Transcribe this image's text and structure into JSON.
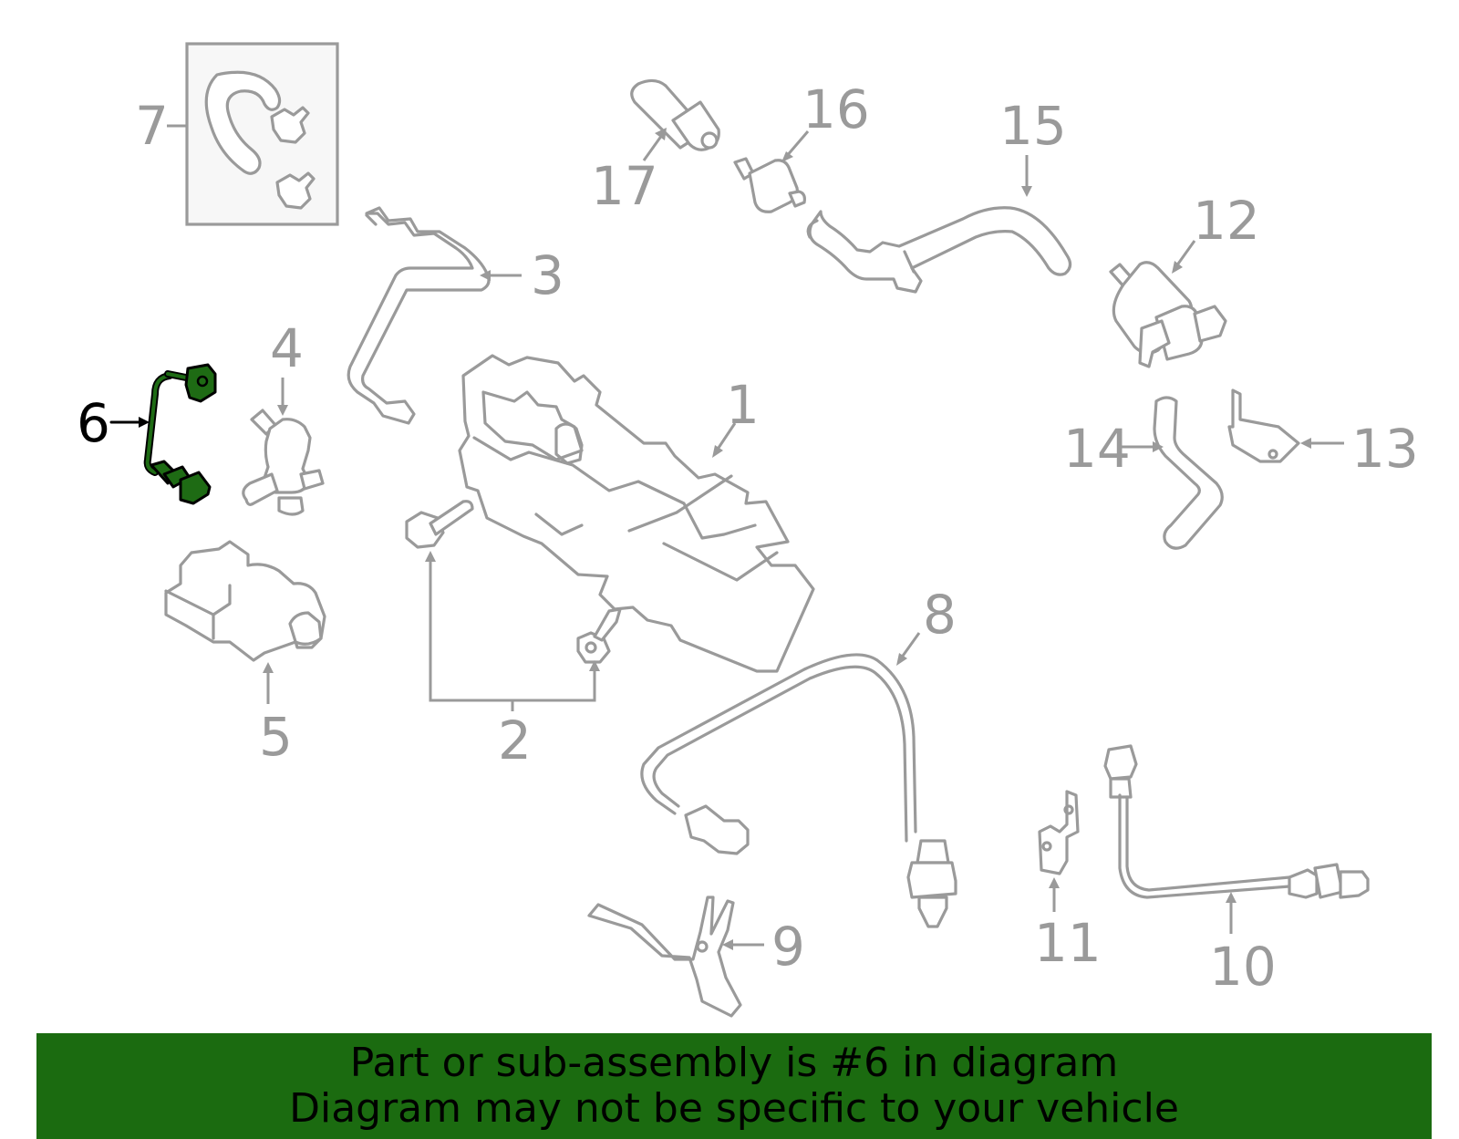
{
  "callouts": {
    "c1": "1",
    "c2": "2",
    "c3": "3",
    "c4": "4",
    "c5": "5",
    "c6": "6",
    "c7": "7",
    "c8": "8",
    "c9": "9",
    "c10": "10",
    "c11": "11",
    "c12": "12",
    "c13": "13",
    "c14": "14",
    "c15": "15",
    "c16": "16",
    "c17": "17"
  },
  "highlighted_part": "6",
  "banner": {
    "line1": "Part or sub-assembly is #6 in diagram",
    "line2": "Diagram may not be specific to your vehicle"
  },
  "colors": {
    "highlight": "#1e6b14",
    "banner_bg": "#1b6b10",
    "part_lines": "#9a9a9a"
  }
}
